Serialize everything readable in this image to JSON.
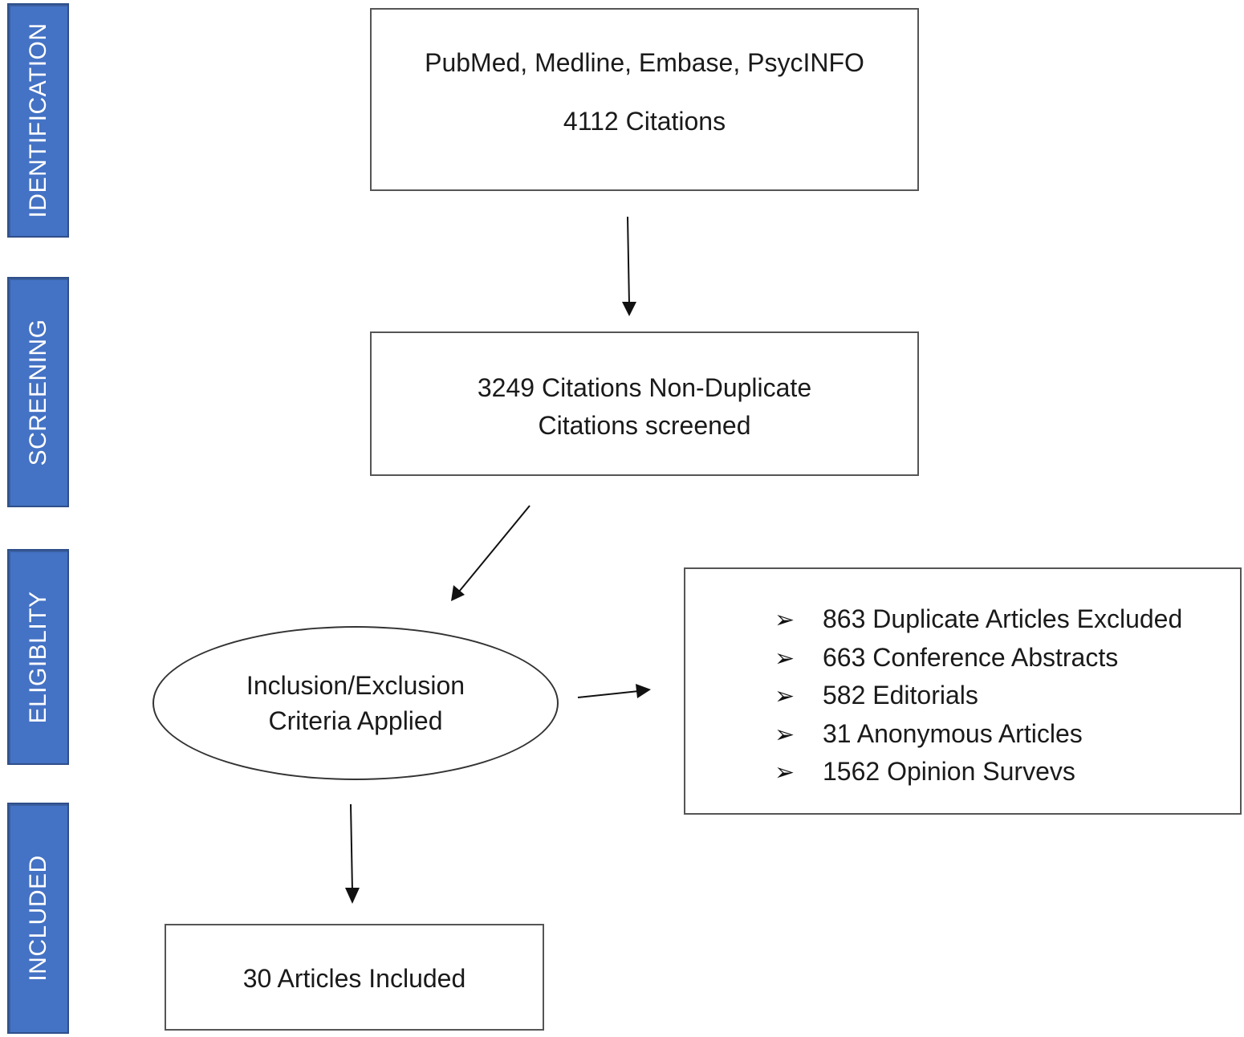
{
  "stages": {
    "identification": "IDENTIFICATION",
    "screening": "SCREENING",
    "eligibility": "ELIGIBLITY",
    "included": "INCLUDED"
  },
  "boxes": {
    "sources_line1": "PubMed, Medline, Embase, PsycINFO",
    "sources_line2": "4112 Citations",
    "screened_line1": "3249 Citations Non-Duplicate",
    "screened_line2": "Citations screened",
    "criteria_line1": "Inclusion/Exclusion",
    "criteria_line2": "Criteria Applied",
    "included": "30 Articles Included"
  },
  "exclusions": [
    "863 Duplicate Articles Excluded",
    "663 Conference Abstracts",
    "582 Editorials",
    "31 Anonymous Articles",
    "1562 Opinion Survevs"
  ],
  "colors": {
    "stage_fill": "#4472c4",
    "stage_text": "#ffffff"
  },
  "icons": {
    "bullet": "arrowhead-bullet-icon"
  }
}
